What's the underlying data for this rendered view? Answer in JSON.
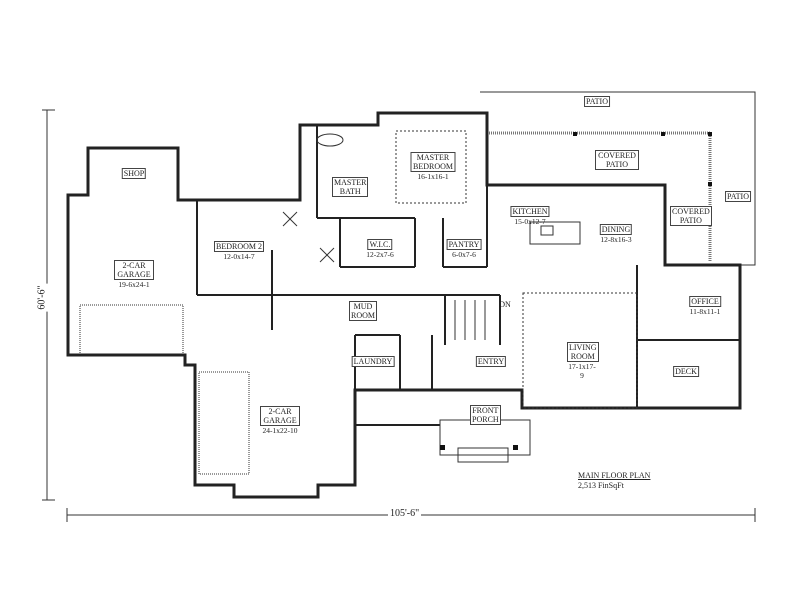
{
  "plan": {
    "title": "MAIN FLOOR PLAN",
    "area": "2,513 FinSqFt",
    "overall_depth": "60'-6\"",
    "overall_width": "105'-6\"",
    "stairs_label": "DN"
  },
  "rooms": [
    {
      "name": "PATIO",
      "dims": ""
    },
    {
      "name": "MASTER BEDROOM",
      "dims": "16-1x16-1"
    },
    {
      "name": "MASTER BATH",
      "dims": ""
    },
    {
      "name": "COVERED PATIO",
      "dims": ""
    },
    {
      "name": "PATIO",
      "dims": ""
    },
    {
      "name": "COVERED PATIO",
      "dims": ""
    },
    {
      "name": "SHOP",
      "dims": ""
    },
    {
      "name": "KITCHEN",
      "dims": "15-0x12-7"
    },
    {
      "name": "DINING",
      "dims": "12-8x16-3"
    },
    {
      "name": "BEDROOM 2",
      "dims": "12-0x14-7"
    },
    {
      "name": "W.I.C.",
      "dims": "12-2x7-6"
    },
    {
      "name": "PANTRY",
      "dims": "6-0x7-6"
    },
    {
      "name": "2-CAR GARAGE",
      "dims": "19-6x24-1"
    },
    {
      "name": "OFFICE",
      "dims": "11-8x11-1"
    },
    {
      "name": "MUD ROOM",
      "dims": ""
    },
    {
      "name": "LIVING ROOM",
      "dims": "17-1x17-9"
    },
    {
      "name": "LAUNDRY",
      "dims": ""
    },
    {
      "name": "ENTRY",
      "dims": ""
    },
    {
      "name": "DECK",
      "dims": ""
    },
    {
      "name": "2-CAR GARAGE",
      "dims": "24-1x22-10"
    },
    {
      "name": "FRONT PORCH",
      "dims": ""
    }
  ]
}
